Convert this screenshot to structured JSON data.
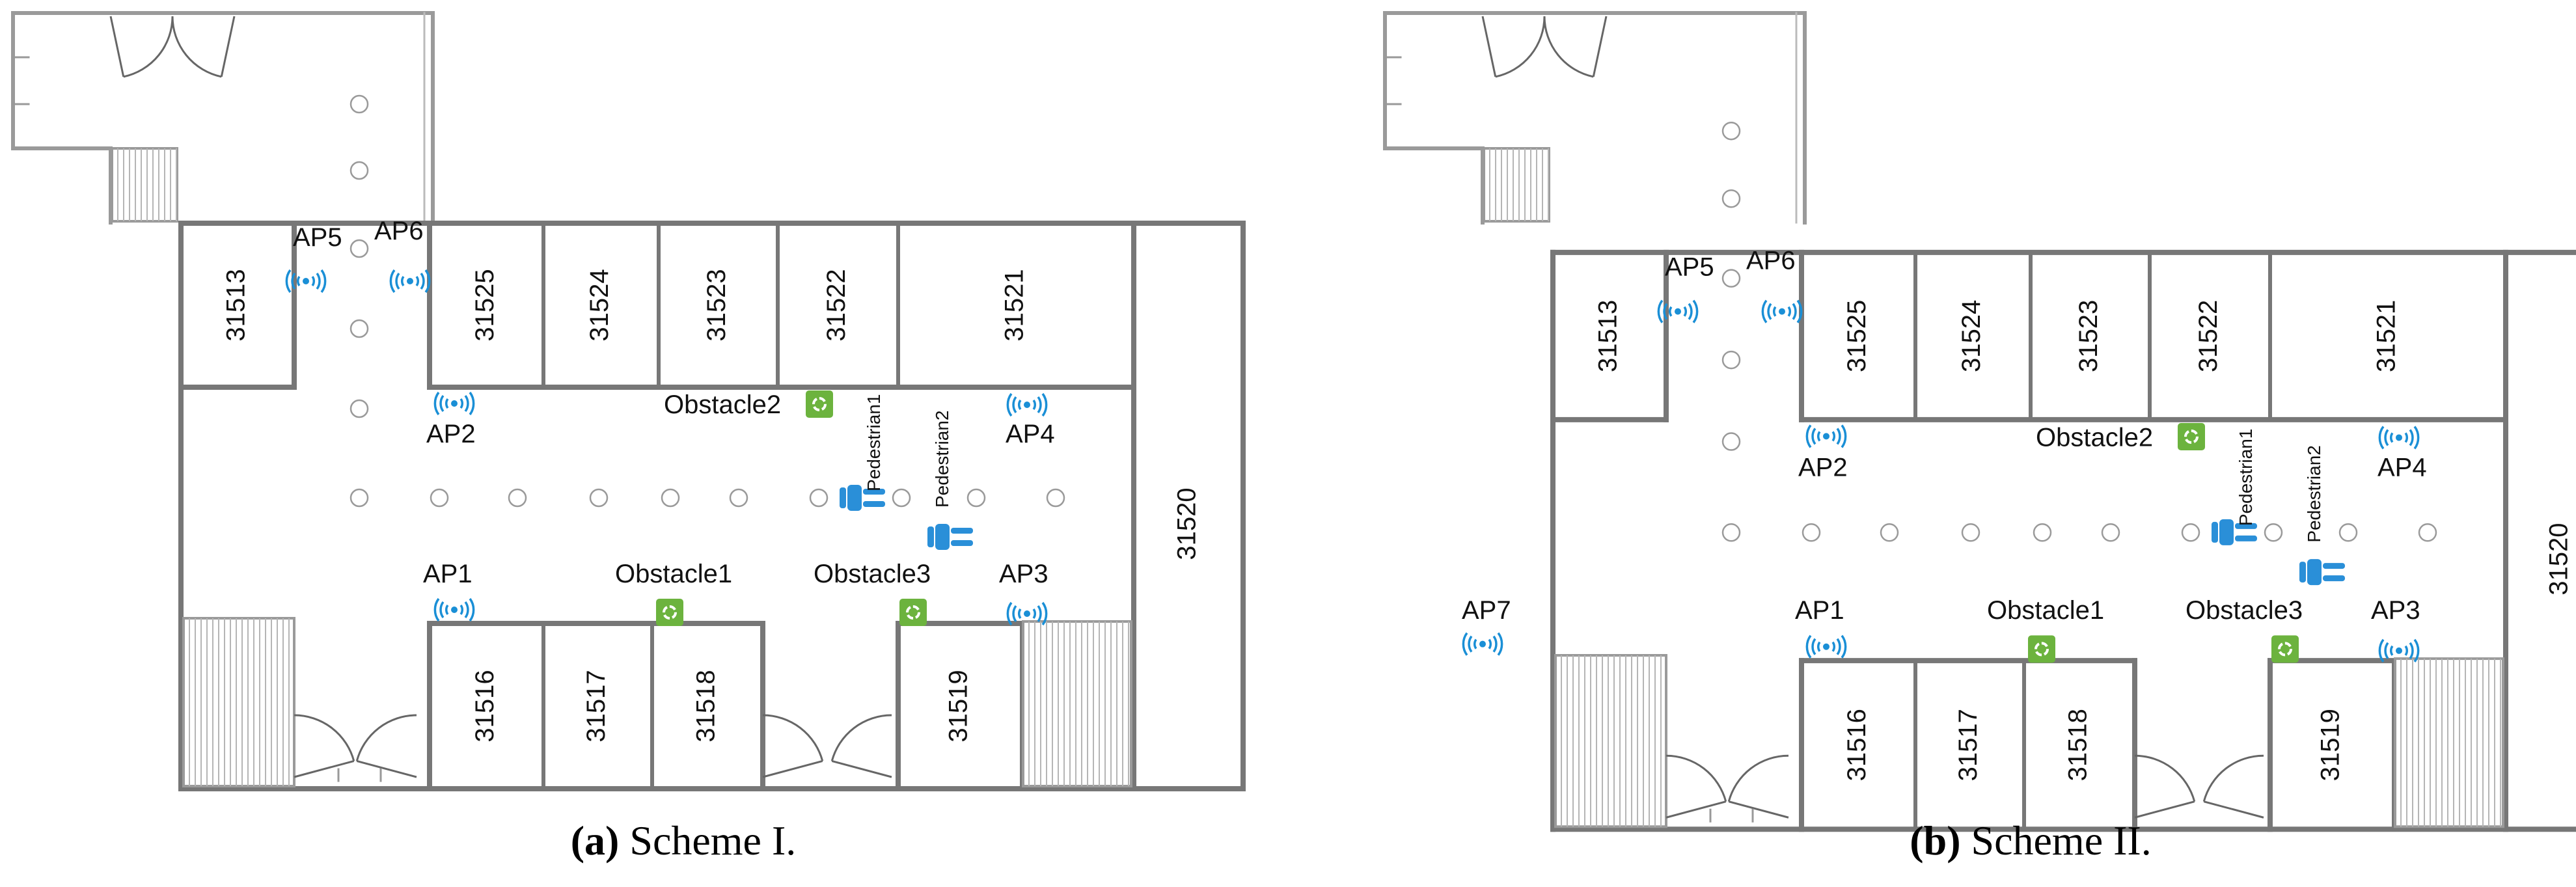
{
  "colors": {
    "wall": "#777777",
    "light_wall": "#9a9a9a",
    "ap": "#1a8fd6",
    "pedestrian": "#2a8fd8",
    "obstacle": "#6cb33e",
    "waypoint": "#9a9a9a",
    "text": "#111111"
  },
  "icons": {
    "access_point": "wifi-signal-icon",
    "pedestrian": "person-icon",
    "obstacle": "recycle-bin-icon",
    "waypoint": "circle-marker-icon"
  },
  "panels": [
    {
      "id": "a",
      "caption_letter": "(a)",
      "caption_text": " Scheme I.",
      "rooms": [
        "31513",
        "31525",
        "31524",
        "31523",
        "31522",
        "31521",
        "31520",
        "31516",
        "31517",
        "31518",
        "31519"
      ],
      "access_points": [
        "AP1",
        "AP2",
        "AP3",
        "AP4",
        "AP5",
        "AP6"
      ],
      "obstacles": [
        "Obstacle1",
        "Obstacle2",
        "Obstacle3"
      ],
      "pedestrians": [
        "Pedestrian1",
        "Pedestrian2"
      ]
    },
    {
      "id": "b",
      "caption_letter": "(b)",
      "caption_text": " Scheme II.",
      "rooms": [
        "31513",
        "31525",
        "31524",
        "31523",
        "31522",
        "31521",
        "31520",
        "31516",
        "31517",
        "31518",
        "31519"
      ],
      "access_points": [
        "AP1",
        "AP2",
        "AP3",
        "AP4",
        "AP5",
        "AP6",
        "AP7"
      ],
      "obstacles": [
        "Obstacle1",
        "Obstacle2",
        "Obstacle3"
      ],
      "pedestrians": [
        "Pedestrian1",
        "Pedestrian2"
      ]
    }
  ]
}
